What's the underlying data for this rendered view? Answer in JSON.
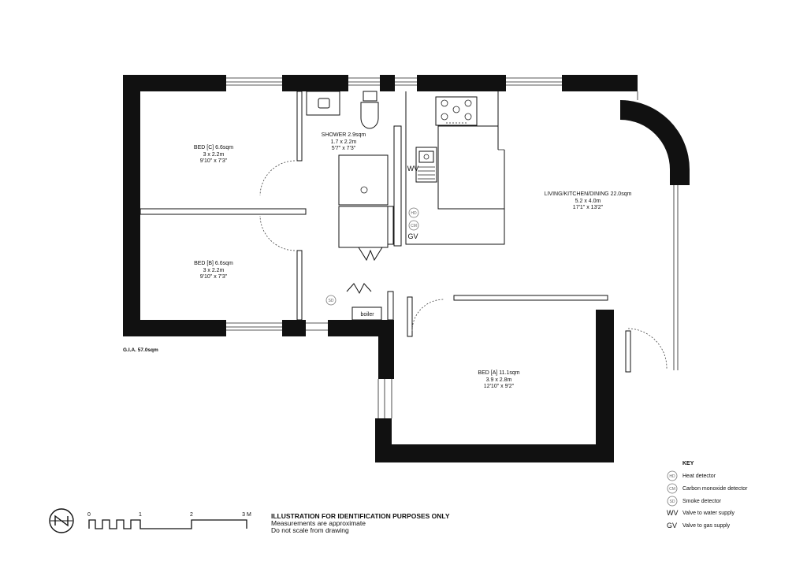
{
  "rooms": {
    "bed_c": {
      "name": "BED [C] 6.6sqm",
      "metric": "3 x 2.2m",
      "imperial": "9'10\" x 7'3\""
    },
    "bed_b": {
      "name": "BED [B] 6.6sqm",
      "metric": "3 x 2.2m",
      "imperial": "9'10\" x 7'3\""
    },
    "shower": {
      "name": "SHOWER 2.9sqm",
      "metric": "1.7 x 2.2m",
      "imperial": "5'7\" x 7'3\""
    },
    "living": {
      "name": "LIVING/KITCHEN/DINING  22.0sqm",
      "metric": "5.2 x 4.0m",
      "imperial": "17'1\" x 13'2\""
    },
    "bed_a": {
      "name": "BED [A] 11.1sqm",
      "metric": "3.9 x 2.8m",
      "imperial": "12'10\" x 9'2\""
    }
  },
  "gia": "G.I.A. 57.0sqm",
  "fixtures": {
    "boiler": "boiler",
    "wv": "WV",
    "gv": "GV",
    "hd": "HD",
    "cm": "CM",
    "sd": "SD"
  },
  "key": {
    "title": "KEY",
    "items": [
      {
        "symbol": "HD",
        "label": "Heat detector"
      },
      {
        "symbol": "CM",
        "label": "Carbon monoxide detector"
      },
      {
        "symbol": "SD",
        "label": "Smoke detector"
      },
      {
        "symbol": "WV",
        "label": "Valve to water supply"
      },
      {
        "symbol": "GV",
        "label": "Valve to gas supply"
      }
    ]
  },
  "scale": {
    "labels": [
      "0",
      "1",
      "2",
      "3 M"
    ]
  },
  "north": "N",
  "disclaimer": {
    "line1": "ILLUSTRATION FOR IDENTIFICATION PURPOSES ONLY",
    "line2": "Measurements are approximate",
    "line3": "Do not scale from drawing"
  }
}
